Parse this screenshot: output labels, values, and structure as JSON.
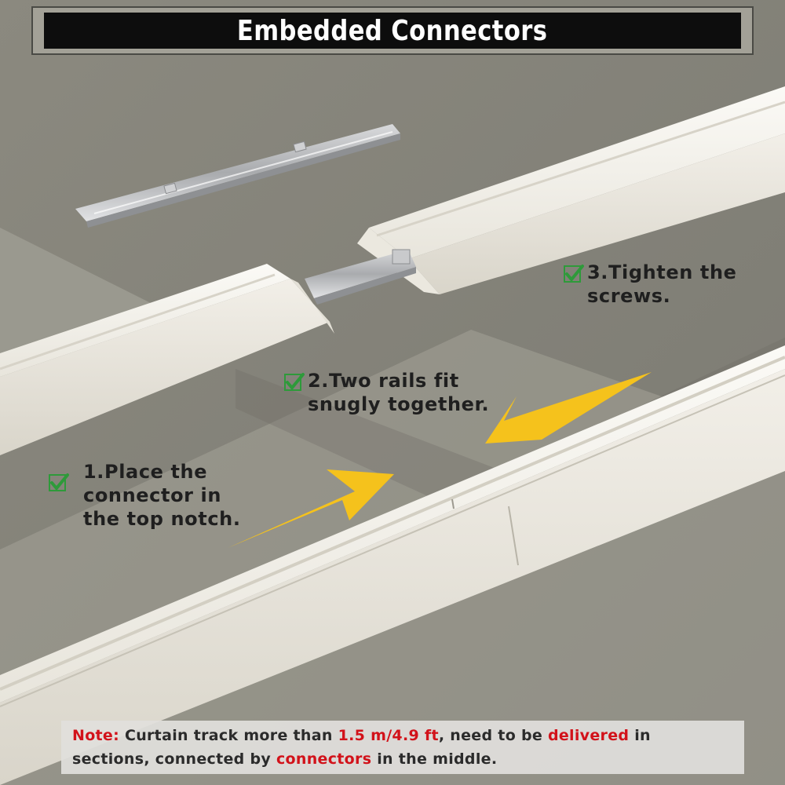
{
  "title": "Embedded Connectors",
  "steps": [
    {
      "line1": "1.Place the",
      "line2": "connector in",
      "line3": "the top notch."
    },
    {
      "line1": "2.Two rails fit",
      "line2": "snugly together."
    },
    {
      "line1": "3.Tighten the",
      "line2": "screws."
    }
  ],
  "note": {
    "label": "Note:",
    "t1": " Curtain track more than ",
    "length": "1.5 m/4.9 ft",
    "t2": ", need to be ",
    "delivered": "delivered",
    "t3": " in sections, connected by ",
    "connectors": "connectors",
    "t4": " in the middle."
  },
  "colors": {
    "floor": "#8f8d84",
    "rail": "#f4f2ec",
    "arrow": "#f5c21c",
    "check": "#2e9a3a",
    "accent_red": "#d2121a"
  },
  "icons": [
    "check-icon",
    "arrow-icon"
  ]
}
